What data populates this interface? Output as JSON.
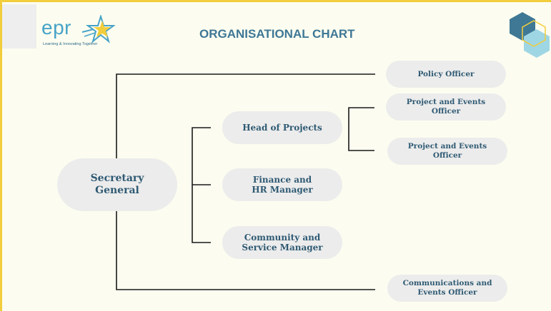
{
  "header": {
    "title": "ORGANISATIONAL CHART",
    "logo_word": "epr",
    "logo_tagline": "Learning & Innovating Together"
  },
  "colors": {
    "border_accent": "#f2cd3c",
    "title": "#3e7796",
    "node_fill": "#ececec",
    "node_text": "#2f5a73",
    "line": "#1a1a1a",
    "logo_blue": "#47a3c7",
    "hex_dark": "#3f7895",
    "hex_light": "#9fd6e4"
  },
  "nodes": {
    "secretary_general": "Secretary\nGeneral",
    "policy_officer": "Policy Officer",
    "head_of_projects": "Head of Projects",
    "project_events_1": "Project and Events\nOfficer",
    "project_events_2": "Project and Events\nOfficer",
    "finance_hr": "Finance and\nHR Manager",
    "community_service": "Community and\nService Manager",
    "communications_events": "Communications and\nEvents Officer"
  }
}
